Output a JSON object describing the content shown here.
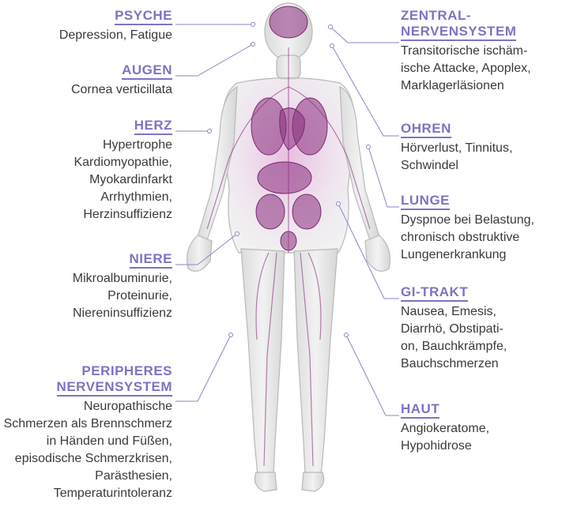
{
  "left": [
    {
      "title": [
        "PSYCHE"
      ],
      "desc": "Depression, Fatigue"
    },
    {
      "title": [
        "AUGEN"
      ],
      "desc": "Cornea verticillata"
    },
    {
      "title": [
        "HERZ"
      ],
      "desc": "Hypertrophe\nKardiomyopathie,\nMyokardinfarkt\nArrhythmien,\nHerzinsuffizienz"
    },
    {
      "title": [
        "NIERE"
      ],
      "desc": "Mikroalbuminurie,\nProteinurie,\nNiereninsuffizienz"
    },
    {
      "title": [
        "PERIPHERES",
        "NERVENSYSTEM"
      ],
      "desc": "Neuropathische\nSchmerzen als Brennschmerz\nin Händen und Füßen,\nepisodische Schmerzkrisen,\nParästhesien,\nTemperaturintoleranz"
    }
  ],
  "right": [
    {
      "title": [
        "ZENTRAL-",
        "NERVENSYSTEM"
      ],
      "desc": "Transitorische ischäm-\nische Attacke, Apoplex,\nMarklagerläsionen"
    },
    {
      "title": [
        "OHREN"
      ],
      "desc": "Hörverlust, Tinnitus,\nSchwindel"
    },
    {
      "title": [
        "LUNGE"
      ],
      "desc": "Dyspnoe bei Belastung,\nchronisch obstruktive\nLungenerkrankung"
    },
    {
      "title": [
        "GI-TRAKT"
      ],
      "desc": "Nausea, Emesis,\nDiarrhö, Obstipati-\non, Bauchkrämpfe,\nBauchschmerzen"
    },
    {
      "title": [
        "HAUT"
      ],
      "desc": "Angiokeratome,\nHypohidrose"
    }
  ],
  "colors": {
    "heading": "#7b74c4",
    "line": "#8b86c8",
    "organ": "#8b2d7e",
    "body": "#c8c8c8"
  }
}
